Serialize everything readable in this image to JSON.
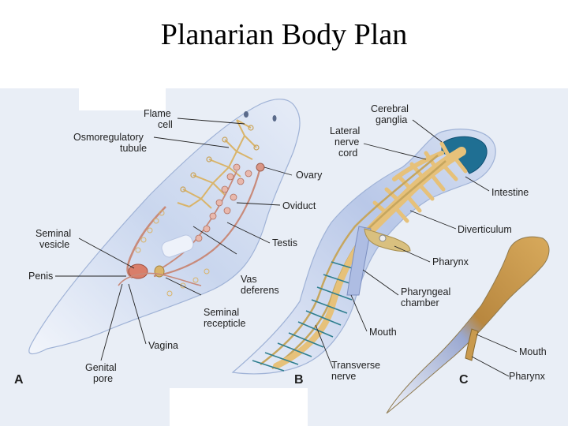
{
  "title": "Planarian Body Plan",
  "panels": {
    "a": {
      "letter": "A",
      "labels": {
        "flame_cell_1": "Flame",
        "flame_cell_2": "cell",
        "osmo_1": "Osmoregulatory",
        "osmo_2": "tubule",
        "ovary": "Ovary",
        "oviduct": "Oviduct",
        "seminal_vesicle_1": "Seminal",
        "seminal_vesicle_2": "vesicle",
        "testis": "Testis",
        "penis": "Penis",
        "vas_1": "Vas",
        "vas_2": "deferens",
        "seminal_recepticle_1": "Seminal",
        "seminal_recepticle_2": "recepticle",
        "vagina": "Vagina",
        "genital_pore_1": "Genital",
        "genital_pore_2": "pore"
      }
    },
    "b": {
      "letter": "B",
      "labels": {
        "cerebral_1": "Cerebral",
        "cerebral_2": "ganglia",
        "lateral_1": "Lateral",
        "lateral_2": "nerve",
        "lateral_3": "cord",
        "intestine": "Intestine",
        "diverticulum": "Diverticulum",
        "pharynx": "Pharynx",
        "pharyngeal_1": "Pharyngeal",
        "pharyngeal_2": "chamber",
        "mouth": "Mouth",
        "transverse_1": "Transverse",
        "transverse_2": "nerve"
      }
    },
    "c": {
      "letter": "C",
      "labels": {
        "mouth": "Mouth",
        "pharynx": "Pharynx"
      }
    }
  },
  "colors": {
    "background_panel": "#e9eef6",
    "body": "#dde6f5",
    "body_edge": "#9fb2d6",
    "reproductive": "#c88a7a",
    "excretory": "#d9b46a",
    "gut": "#e6c17a",
    "nerve": "#2f7f8f",
    "ganglia": "#1f6f93",
    "panel_c_body": "#c99a4e"
  }
}
